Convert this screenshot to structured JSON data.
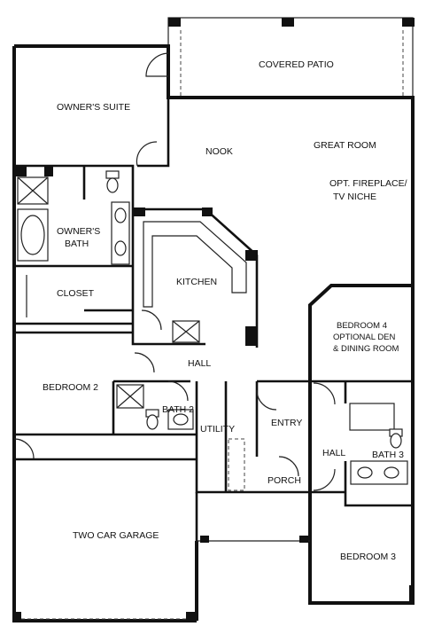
{
  "rooms": {
    "covered_patio": "COVERED PATIO",
    "owners_suite": "OWNER'S SUITE",
    "nook": "NOOK",
    "great_room": "GREAT ROOM",
    "fireplace_1": "OPT. FIREPLACE/",
    "fireplace_2": "TV NICHE",
    "owners_bath_1": "OWNER'S",
    "owners_bath_2": "BATH",
    "kitchen": "KITCHEN",
    "closet": "CLOSET",
    "bedroom4_1": "BEDROOM 4",
    "bedroom4_2": "OPTIONAL DEN",
    "bedroom4_3": "& DINING ROOM",
    "hall_main": "HALL",
    "bedroom2": "BEDROOM 2",
    "bath2": "BATH 2",
    "utility": "UTILITY",
    "entry": "ENTRY",
    "hall_side": "HALL",
    "bath3": "BATH 3",
    "porch": "PORCH",
    "garage": "TWO CAR GARAGE",
    "bedroom3": "BEDROOM 3"
  },
  "colors": {
    "line": "#111111",
    "background": "#ffffff"
  }
}
